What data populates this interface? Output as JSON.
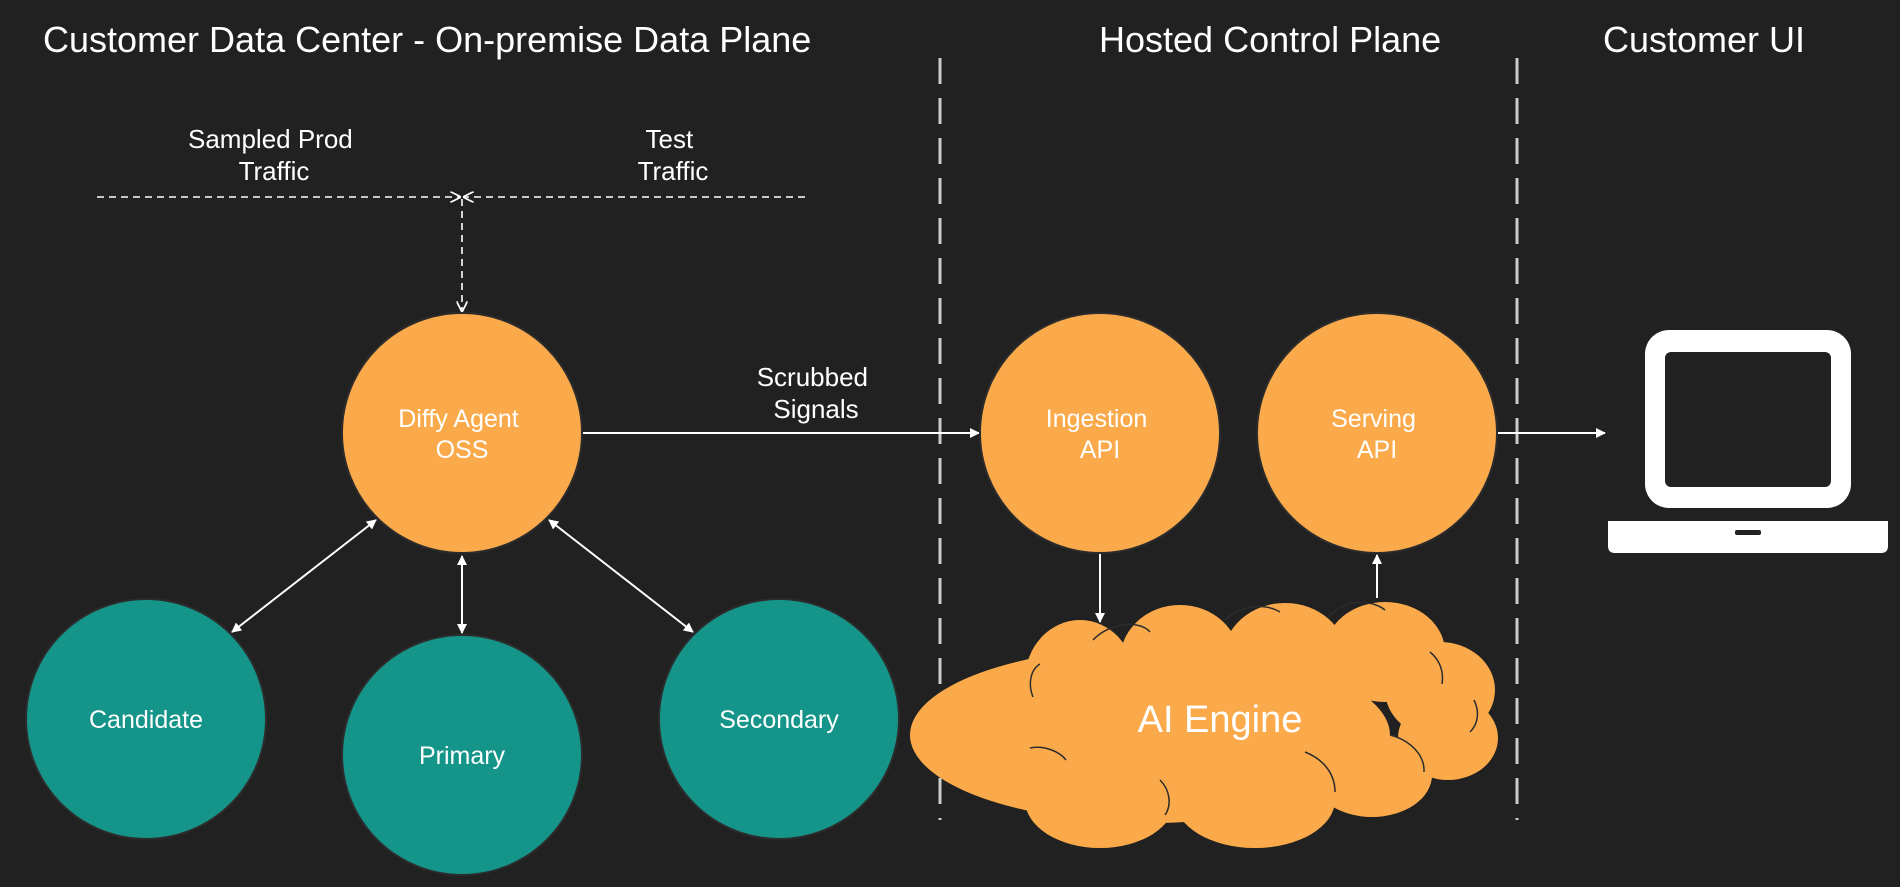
{
  "sections": {
    "data_center": "Customer Data Center - On-premise Data Plane",
    "control_plane": "Hosted Control Plane",
    "customer_ui": "Customer UI"
  },
  "traffic": {
    "sampled_prod": [
      "Sampled Prod",
      "Traffic"
    ],
    "test": [
      "Test",
      "Traffic"
    ]
  },
  "signals_label": [
    "Scrubbed",
    "Signals"
  ],
  "nodes": {
    "diffy_agent": [
      "Diffy Agent",
      "OSS"
    ],
    "candidate": "Candidate",
    "primary": "Primary",
    "secondary": "Secondary",
    "ingestion_api": [
      "Ingestion",
      "API"
    ],
    "serving_api": [
      "Serving",
      "API"
    ],
    "ai_engine": "AI Engine"
  },
  "colors": {
    "background": "#212121",
    "orange_node": "#fbaa4b",
    "teal_node": "#15958a",
    "line": "#ffffff",
    "divider": "#cccccc"
  },
  "icons": {
    "customer_device": "laptop-icon"
  }
}
